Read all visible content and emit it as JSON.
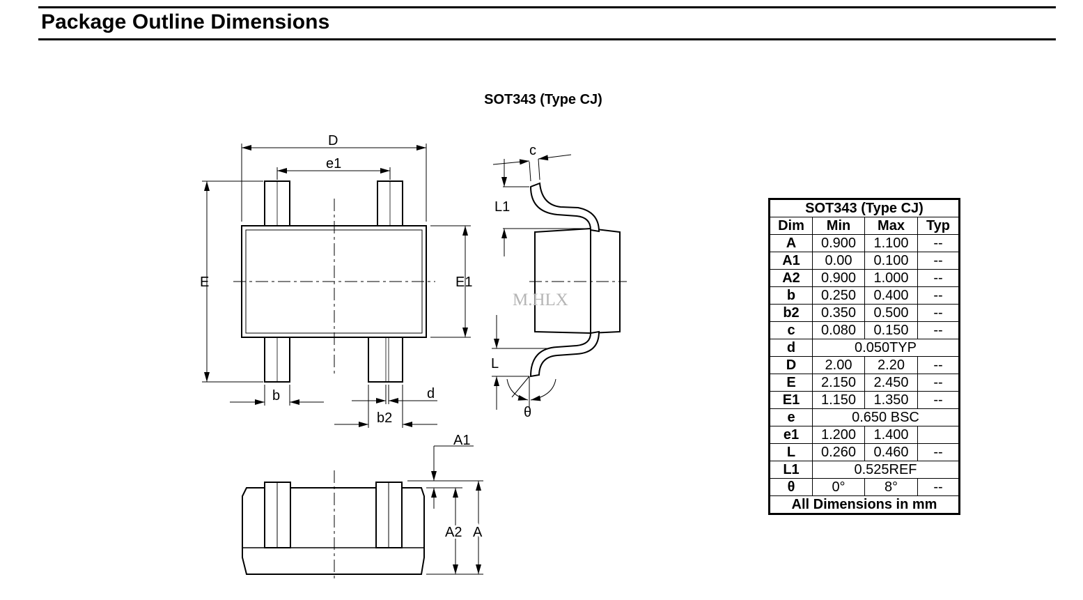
{
  "page_title": "Package Outline Dimensions",
  "drawing": {
    "title": "SOT343 (Type CJ)",
    "watermark": "M.HLX",
    "labels": {
      "D": "D",
      "e1": "e1",
      "E": "E",
      "E1": "E1",
      "b": "b",
      "b2": "b2",
      "d": "d",
      "c": "c",
      "L1": "L1",
      "L": "L",
      "theta": "θ",
      "A1": "A1",
      "A2": "A2",
      "A": "A"
    }
  },
  "table": {
    "title": "SOT343 (Type CJ)",
    "headers": [
      "Dim",
      "Min",
      "Max",
      "Typ"
    ],
    "rows": [
      {
        "dim": "A",
        "min": "0.900",
        "max": "1.100",
        "typ": "--"
      },
      {
        "dim": "A1",
        "min": "0.00",
        "max": "0.100",
        "typ": "--"
      },
      {
        "dim": "A2",
        "min": "0.900",
        "max": "1.000",
        "typ": "--"
      },
      {
        "dim": "b",
        "min": "0.250",
        "max": "0.400",
        "typ": "--"
      },
      {
        "dim": "b2",
        "min": "0.350",
        "max": "0.500",
        "typ": "--"
      },
      {
        "dim": "c",
        "min": "0.080",
        "max": "0.150",
        "typ": "--"
      },
      {
        "dim": "d",
        "span": "0.050TYP"
      },
      {
        "dim": "D",
        "min": "2.00",
        "max": "2.20",
        "typ": "--"
      },
      {
        "dim": "E",
        "min": "2.150",
        "max": "2.450",
        "typ": "--"
      },
      {
        "dim": "E1",
        "min": "1.150",
        "max": "1.350",
        "typ": "--"
      },
      {
        "dim": "e",
        "span": "0.650 BSC"
      },
      {
        "dim": "e1",
        "min": "1.200",
        "max": "1.400",
        "typ": ""
      },
      {
        "dim": "L",
        "min": "0.260",
        "max": "0.460",
        "typ": "--"
      },
      {
        "dim": "L1",
        "span": "0.525REF"
      },
      {
        "dim": "θ",
        "min": "0°",
        "max": "8°",
        "typ": "--"
      }
    ],
    "footer": "All Dimensions in mm"
  }
}
